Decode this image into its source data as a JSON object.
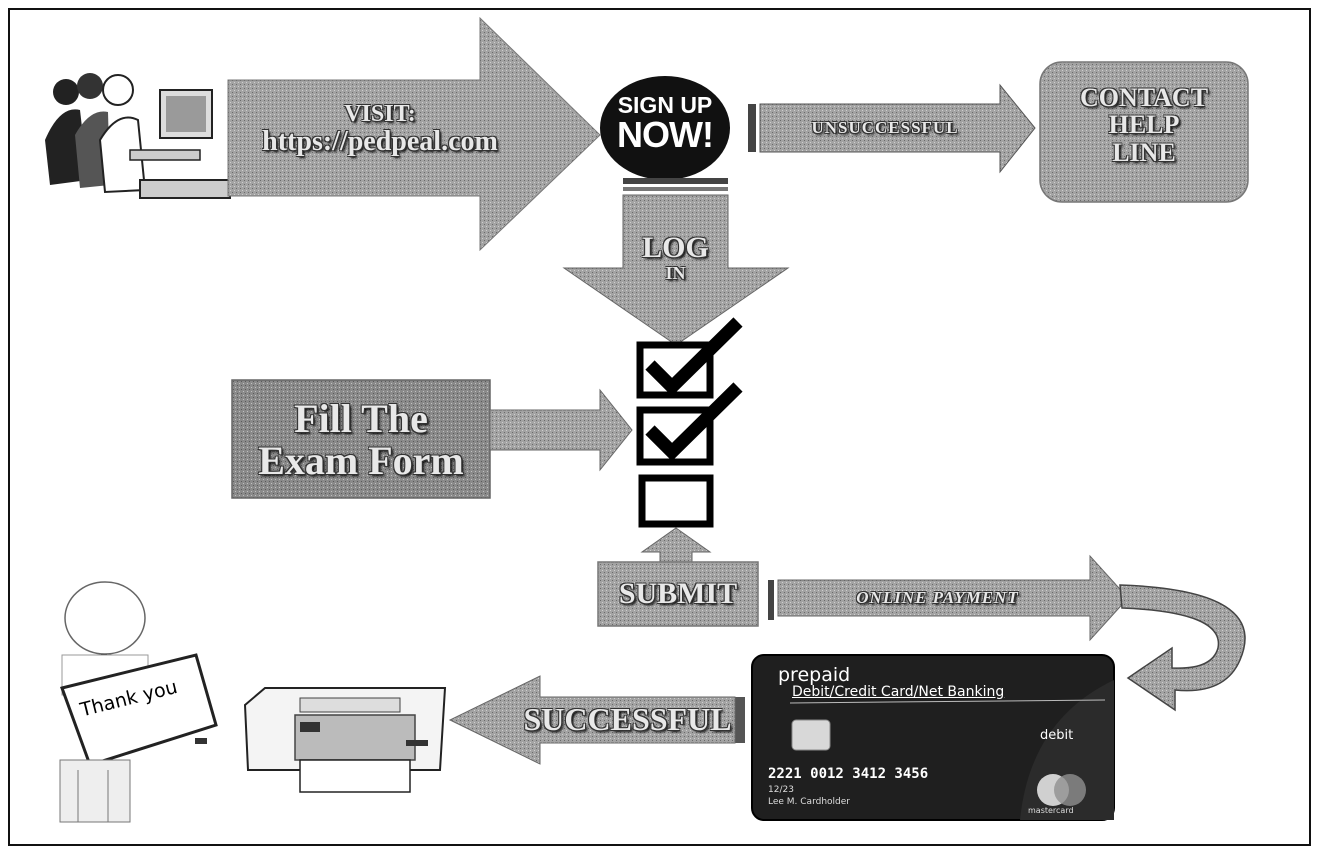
{
  "flow": {
    "visit": {
      "line1": "VISIT:",
      "line2": "https://pedpeal.com"
    },
    "sign_up": {
      "line1": "SIGN UP",
      "line2": "NOW!"
    },
    "unsuccessful": "UNSUCCESSFUL",
    "contact": {
      "line1": "CONTACT",
      "line2": "HELP",
      "line3": "LINE"
    },
    "log_in": {
      "line1": "LOG",
      "line2": "IN"
    },
    "fill_form": {
      "line1": "Fill The",
      "line2": "Exam Form"
    },
    "submit": "SUBMIT",
    "online_payment": "ONLINE PAYMENT",
    "successful": "SUCCESSFUL"
  },
  "card": {
    "brand": "prepaid",
    "methods": "Debit/Credit Card/Net Banking",
    "type": "debit",
    "number": "2221 0012 3412 3456",
    "expiry": "12/23",
    "holder": "Lee M. Cardholder",
    "network": "mastercard"
  },
  "thank_you_sign": "Thank you",
  "colors": {
    "arrow_fill": "#9c9c9c",
    "box_fill": "#8f8f8f",
    "card_bg": "#1f1f1f",
    "badge_bg": "#111111"
  }
}
